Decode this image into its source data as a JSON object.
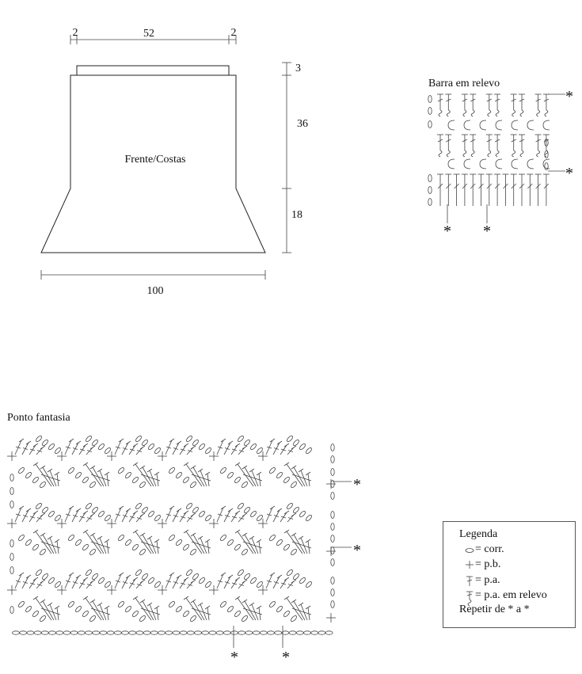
{
  "schematic": {
    "label": "Frente/Costas",
    "dim_left": "2",
    "dim_top": "52",
    "dim_right": "2",
    "dim_band": "3",
    "dim_upper": "36",
    "dim_lower": "18",
    "dim_bottom": "100"
  },
  "barra": {
    "title": "Barra em relevo",
    "marker": "*"
  },
  "ponto": {
    "title": "Ponto fantasia",
    "marker": "*"
  },
  "legend": {
    "title": "Legenda",
    "items": [
      {
        "symbol": "chain-symbol",
        "text": "= corr."
      },
      {
        "symbol": "single-crochet-symbol",
        "text": "= p.b."
      },
      {
        "symbol": "double-crochet-symbol",
        "text": "= p.a."
      },
      {
        "symbol": "relief-double-crochet-symbol",
        "text": "= p.a. em relevo"
      }
    ],
    "repeat": "Repetir de * a *"
  }
}
